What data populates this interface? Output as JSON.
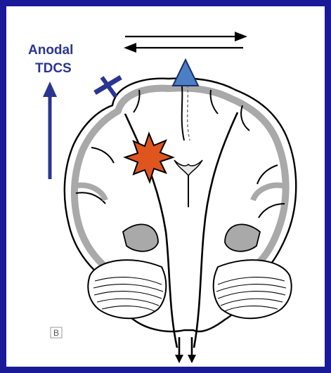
{
  "figure": {
    "stim_label_line1": "Anodal",
    "stim_label_line2": "TDCS",
    "panel_label": "B"
  },
  "colors": {
    "frame": "#1a1a98",
    "stim_arrow": "#2a3591",
    "cortex_gray": "#a9a9a9",
    "lesion": "#e0541e",
    "triangle_fill": "#4a7fc4"
  },
  "icons": {
    "stim_arrow": "up-arrow-icon",
    "inhibitory": "inhibitory-synapse-icon",
    "excitatory": "excitatory-triangle-icon",
    "lesion": "lesion-burst-icon"
  }
}
